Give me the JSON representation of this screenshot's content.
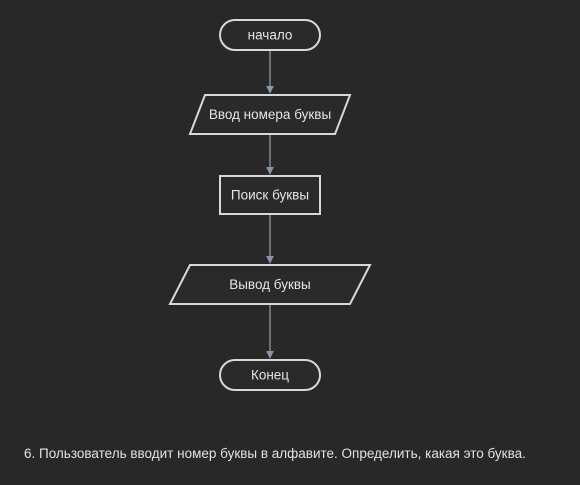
{
  "flowchart": {
    "nodes": [
      {
        "id": "start",
        "shape": "terminal",
        "label": "начало"
      },
      {
        "id": "input",
        "shape": "parallelogram",
        "label": "Ввод номера буквы"
      },
      {
        "id": "process",
        "shape": "rectangle",
        "label": "Поиск буквы"
      },
      {
        "id": "output",
        "shape": "parallelogram",
        "label": "Вывод буквы"
      },
      {
        "id": "end",
        "shape": "terminal",
        "label": "Конец"
      }
    ],
    "edges": [
      {
        "from": "start",
        "to": "input"
      },
      {
        "from": "input",
        "to": "process"
      },
      {
        "from": "process",
        "to": "output"
      },
      {
        "from": "output",
        "to": "end"
      }
    ]
  },
  "task": {
    "text": "6. Пользователь вводит номер буквы в алфавите. Определить, какая это буква."
  }
}
